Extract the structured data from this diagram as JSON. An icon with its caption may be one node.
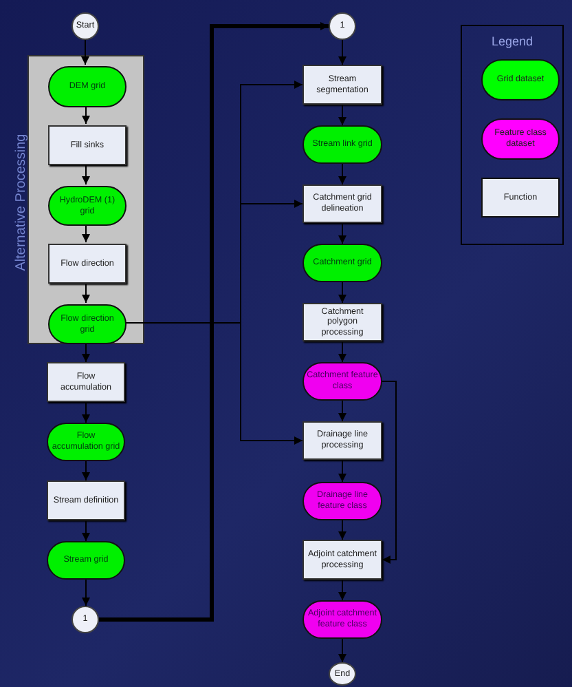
{
  "diagram": {
    "nodes": [
      {
        "text": [
          "Start"
        ]
      },
      {
        "text": [
          "Alternative Processing"
        ]
      },
      {
        "text": [
          "DEM grid"
        ],
        "in": 1
      },
      {
        "text": [
          "Fill sinks"
        ],
        "in": 1
      },
      {
        "text": [
          "HydroDEM (1) grid"
        ],
        "in": 1
      },
      {
        "text": [
          "Flow direction"
        ],
        "in": 1
      },
      {
        "text": [
          "Flow direction grid"
        ],
        "in": 1
      },
      {
        "text": [
          "Flow accumulation"
        ]
      },
      {
        "text": [
          "Flow accumulation grid"
        ]
      },
      {
        "text": [
          "Stream definition"
        ]
      },
      {
        "text": [
          "Stream grid"
        ]
      },
      {
        "text": [
          "1"
        ]
      },
      {
        "text": [
          "1"
        ]
      },
      {
        "text": [
          "Stream segmentation"
        ]
      },
      {
        "text": [
          "Stream link grid"
        ]
      },
      {
        "text": [
          "Catchment grid delineation"
        ]
      },
      {
        "text": [
          "Catchment grid"
        ]
      },
      {
        "text": [
          "Catchment polygon processing"
        ]
      },
      {
        "text": [
          "Catchment feature class"
        ]
      },
      {
        "text": [
          "Drainage line processing"
        ]
      },
      {
        "text": [
          "Drainage line feature class"
        ]
      },
      {
        "text": [
          "Adjoint catchment processing"
        ]
      },
      {
        "text": [
          "Adjoint catchment feature class"
        ]
      },
      {
        "text": [
          "End"
        ]
      }
    ],
    "edges": [
      {
        "from": 0,
        "to": 2,
        "arrow": "to"
      },
      {
        "from": 2,
        "to": 3,
        "arrow": "to"
      },
      {
        "from": 3,
        "to": 4,
        "arrow": "to"
      },
      {
        "from": 4,
        "to": 5,
        "arrow": "to"
      },
      {
        "from": 5,
        "to": 6,
        "arrow": "to"
      },
      {
        "from": 6,
        "to": 7,
        "arrow": "to"
      },
      {
        "from": 7,
        "to": 8,
        "arrow": "to"
      },
      {
        "from": 8,
        "to": 9,
        "arrow": "to"
      },
      {
        "from": 9,
        "to": 10,
        "arrow": "to"
      },
      {
        "from": 10,
        "to": 11,
        "arrow": "to"
      },
      {
        "from": 11,
        "to": 12,
        "arrow": "to",
        "style": "thick"
      },
      {
        "from": 12,
        "to": 13,
        "arrow": "to"
      },
      {
        "from": 13,
        "to": 14,
        "arrow": "to"
      },
      {
        "from": 14,
        "to": 15,
        "arrow": "to"
      },
      {
        "from": 15,
        "to": 16,
        "arrow": "to"
      },
      {
        "from": 16,
        "to": 17,
        "arrow": "to"
      },
      {
        "from": 17,
        "to": 18,
        "arrow": "to"
      },
      {
        "from": 18,
        "to": 19,
        "arrow": "to"
      },
      {
        "from": 19,
        "to": 20,
        "arrow": "to"
      },
      {
        "from": 20,
        "to": 21,
        "arrow": "to"
      },
      {
        "from": 21,
        "to": 22,
        "arrow": "to"
      },
      {
        "from": 22,
        "to": 23,
        "arrow": "to"
      },
      {
        "from": 6,
        "to": 13,
        "arrow": "to"
      },
      {
        "from": 6,
        "to": 15,
        "arrow": "to"
      },
      {
        "from": 6,
        "to": 19,
        "arrow": "to"
      },
      {
        "from": 18,
        "to": 21,
        "arrow": "to"
      }
    ],
    "labels": [
      "Legend"
    ],
    "legend": [
      {
        "text": "Grid dataset",
        "color": "#00ff00"
      },
      {
        "text": "Feature class dataset",
        "color": "#ff00ff"
      },
      {
        "text": "Function",
        "color": "#e8ecf6"
      }
    ]
  }
}
